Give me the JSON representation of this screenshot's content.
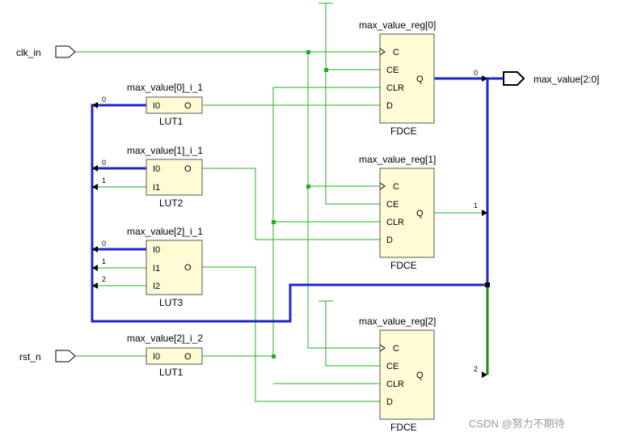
{
  "colors": {
    "wire": "#22b022",
    "bus": "#1f27cc",
    "bus_green": "#1c8a1c",
    "cell_fill": "#fffbd5",
    "cell_stroke": "#555555",
    "port_stroke": "#000000"
  },
  "ports": {
    "clk": "clk_in",
    "rst": "rst_n",
    "out": "max_value[2:0]"
  },
  "luts": [
    {
      "inst": "max_value[0]_i_1",
      "type": "LUT1",
      "pins": [
        "I0"
      ],
      "out": "O",
      "bits": [
        "0"
      ]
    },
    {
      "inst": "max_value[1]_i_1",
      "type": "LUT2",
      "pins": [
        "I0",
        "I1"
      ],
      "out": "O",
      "bits": [
        "0",
        "1"
      ]
    },
    {
      "inst": "max_value[2]_i_1",
      "type": "LUT3",
      "pins": [
        "I0",
        "I1",
        "I2"
      ],
      "out": "O",
      "bits": [
        "0",
        "1",
        "2"
      ]
    },
    {
      "inst": "max_value[2]_i_2",
      "type": "LUT1",
      "pins": [
        "I0"
      ],
      "out": "O",
      "bits": []
    }
  ],
  "ffs": [
    {
      "inst": "max_value_reg[0]",
      "type": "FDCE",
      "pins": [
        "C",
        "CE",
        "CLR",
        "D"
      ],
      "q": "Q",
      "bit": "0"
    },
    {
      "inst": "max_value_reg[1]",
      "type": "FDCE",
      "pins": [
        "C",
        "CE",
        "CLR",
        "D"
      ],
      "q": "Q",
      "bit": "1"
    },
    {
      "inst": "max_value_reg[2]",
      "type": "FDCE",
      "pins": [
        "C",
        "CE",
        "CLR",
        "D"
      ],
      "q": "Q",
      "bit": "2"
    }
  ],
  "watermark": "CSDN @努力不期待"
}
